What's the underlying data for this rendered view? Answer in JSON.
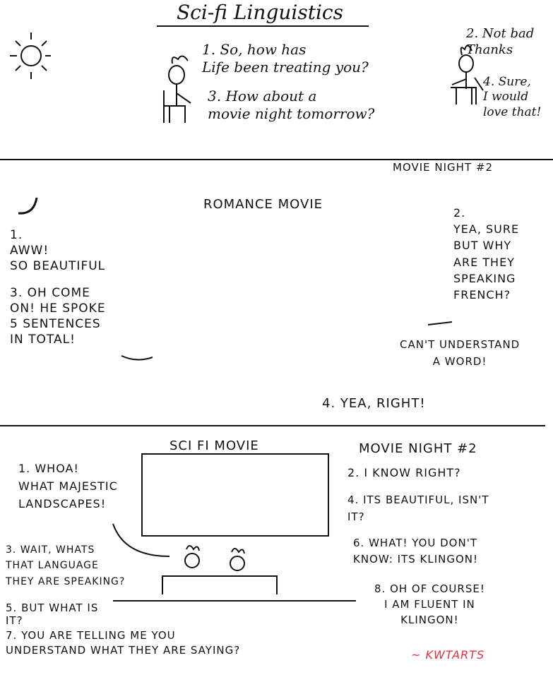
{
  "title": "Sci-fi Linguistics",
  "panel1": {
    "left_lines": {
      "l1": "1. So, how has\nLife been treating you?",
      "l3": "3. How about a\nmovie night tomorrow?"
    },
    "right_lines": {
      "l2": "2. Not bad\nThanks",
      "l4": "4. Sure,\nI would\nlove that!"
    }
  },
  "panel2": {
    "corner_label": "MOVIE NIGHT #2",
    "heading": "ROMANCE MOVIE",
    "left": {
      "l1": "1.\nAWW!\nSO BEAUTIFUL",
      "l3": "3. OH COME\nON! HE SPOKE\n5 SENTENCES\nIN TOTAL!"
    },
    "right": {
      "l2": "2.\nYEA, SURE\nBUT WHY\nARE THEY\nSPEAKING\nFRENCH?",
      "l2b": "CAN'T UNDERSTAND\nA WORD!",
      "l4": "4. YEA, RIGHT!"
    }
  },
  "panel3": {
    "screen_label": "SCI FI MOVIE",
    "right_heading": "MOVIE NIGHT #2",
    "left": {
      "l1": "1. WHOA!\nWHAT MAJESTIC\nLANDSCAPES!",
      "l3": "3. WAIT, WHATS\nTHAT LANGUAGE\nTHEY ARE SPEAKING?",
      "l5": "5. BUT WHAT IS\nIT?",
      "l7": "7. YOU ARE TELLING ME YOU\nUNDERSTAND WHAT THEY ARE SAYING?"
    },
    "right": {
      "l2": "2. I KNOW RIGHT?",
      "l4": "4. ITS BEAUTIFUL, ISN'T\nIT?",
      "l6": "6. WHAT! YOU DON'T\nKNOW: ITS KLINGON!",
      "l8": "8. OH OF COURSE!\nI AM FLUENT IN\nKLINGON!"
    }
  },
  "signature": "~ KWTARTS",
  "colors": {
    "ink": "#111111",
    "signature": "#e8313c",
    "paper": "#ffffff"
  }
}
